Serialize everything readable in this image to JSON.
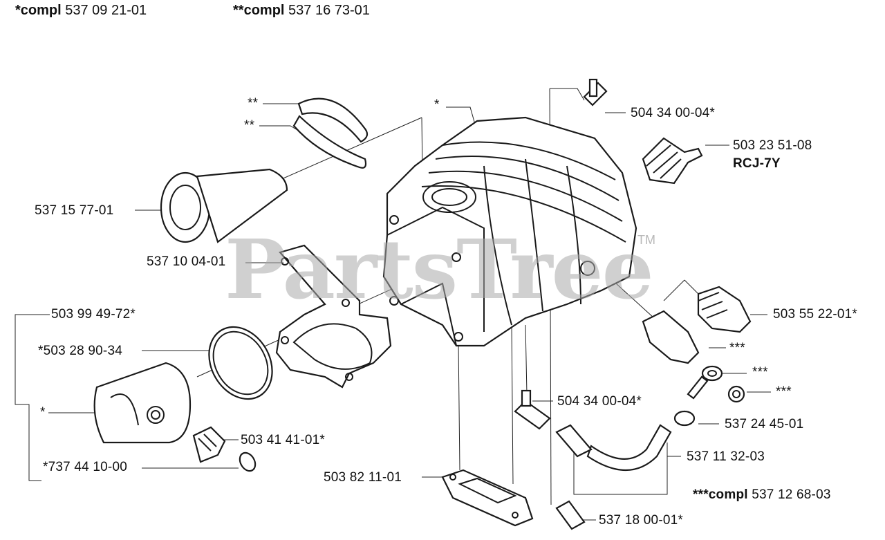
{
  "header": {
    "left_prefix": "*compl",
    "left_number": "537 09 21-01",
    "right_prefix": "**compl",
    "right_number": "537 16 73-01"
  },
  "watermark": {
    "text": "PartsTree",
    "trademark": "TM"
  },
  "callouts": {
    "ring_clip": "**",
    "ring_clip_b": "**",
    "cylinder_star": "*",
    "valve_top": "504 34 00-04*",
    "spark_plug": "503 23 51-08",
    "spark_plug_model": "RCJ-7Y",
    "intake": "537 15 77-01",
    "gasket_top": "537 10 04-01",
    "piston_kit": "503 99 49-72*",
    "piston_ring": "*503 28 90-34",
    "piston_star": "*",
    "piston_pin": "*737 44 10-00",
    "needle_bearing": "503 41 41-01*",
    "decomp_valve": "503 55 22-01*",
    "fitting_a": "***",
    "fitting_b": "***",
    "fitting_c": "***",
    "valve_mid": "504 34 00-04*",
    "hose_clip": "537 24 45-01",
    "fuel_hose": "537 11 32-03",
    "gasket_bottom": "503 82 11-01",
    "hose_kit_prefix": "***compl",
    "hose_kit_number": "537 12 68-03",
    "filter": "537 18 00-01*"
  }
}
